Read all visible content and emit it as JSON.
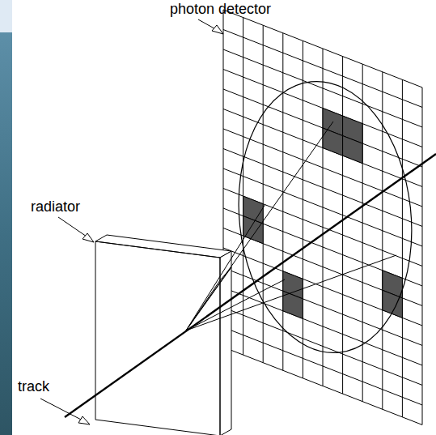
{
  "diagram": {
    "labels": [
      "photon detector",
      "radiator",
      "track"
    ]
  }
}
